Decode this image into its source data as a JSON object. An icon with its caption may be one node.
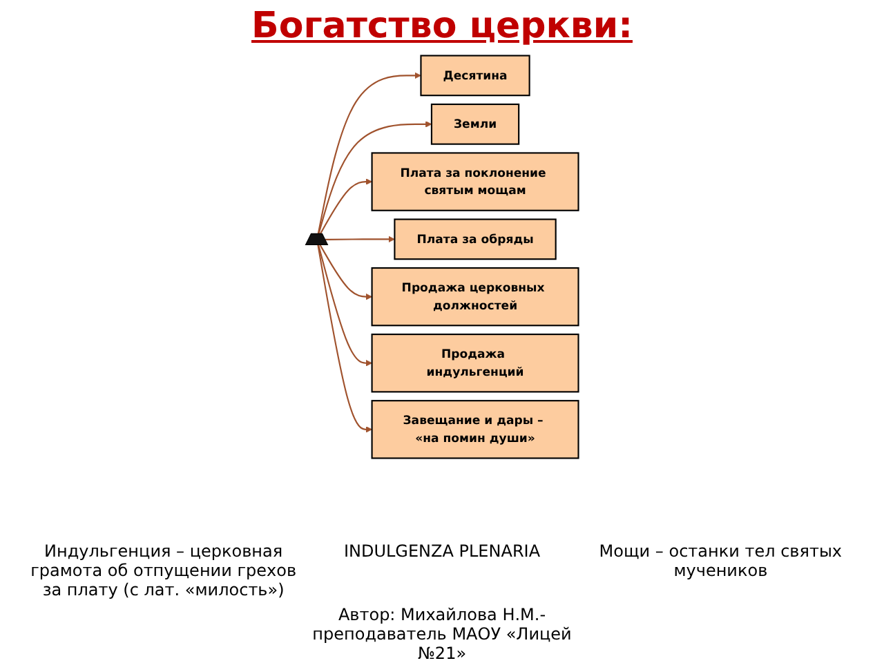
{
  "diagram": {
    "title": "Богатство церкви:",
    "nodes": [
      {
        "text": [],
        "shape": "picture"
      },
      {
        "text": [
          "Десятина"
        ]
      },
      {
        "text": [
          "Земли"
        ]
      },
      {
        "text": [
          "Плата за поклонение святым мощам"
        ]
      },
      {
        "text": [
          "Плата за обряды"
        ]
      },
      {
        "text": [
          "Продажа церковных должностей"
        ]
      },
      {
        "text": [
          "Продажа индульгенций"
        ]
      },
      {
        "text": [
          "Завещание и дары – «на помин души»"
        ]
      }
    ],
    "edges": [
      {
        "from": 0,
        "to": 1,
        "arrow": "to"
      },
      {
        "from": 0,
        "to": 2,
        "arrow": "to"
      },
      {
        "from": 0,
        "to": 3,
        "arrow": "to"
      },
      {
        "from": 0,
        "to": 4,
        "arrow": "to"
      },
      {
        "from": 0,
        "to": 5,
        "arrow": "to"
      },
      {
        "from": 0,
        "to": 6,
        "arrow": "to"
      },
      {
        "from": 0,
        "to": 7,
        "arrow": "to"
      }
    ],
    "labels": [
      "Индульгенция – церковная грамота об отпущении грехов за плату (с лат. «милость»)",
      "INDULGENZA PLENARIA",
      "Мощи – останки тел святых мучеников",
      "Автор: Михайлова Н.М.- преподаватель МАОУ «Лицей №21»"
    ]
  }
}
